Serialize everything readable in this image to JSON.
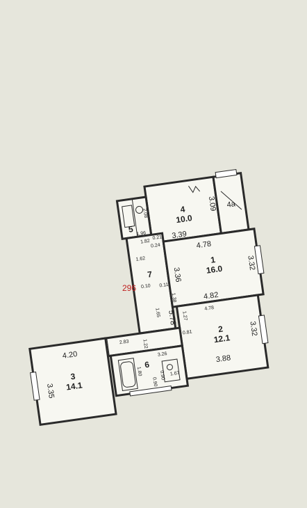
{
  "plan": {
    "colors": {
      "background": "#e6e6dc",
      "wall": "#2a2a2a",
      "fill": "#f7f7f1",
      "marker": "#c02020"
    },
    "marker": "296",
    "rooms": [
      {
        "number": "1",
        "area": "16.0"
      },
      {
        "number": "2",
        "area": "12.1"
      },
      {
        "number": "3",
        "area": "14.1"
      },
      {
        "number": "4",
        "area": "10.0"
      },
      {
        "number": "4a",
        "area": ""
      },
      {
        "number": "5",
        "area": ""
      },
      {
        "number": "6",
        "area": ""
      },
      {
        "number": "7",
        "area": ""
      }
    ],
    "dimensions": [
      "3.09",
      "3.39",
      "4.78",
      "3.32",
      "3.36",
      "4.82",
      "5.78",
      "3.32",
      "3.88",
      "4.20",
      "3.35",
      "2.08",
      "1.96",
      "0.21",
      "1.82",
      "0.24",
      "1.62",
      "0.10",
      "0.11",
      "1.38",
      "1.65",
      "1.27",
      "4.78",
      "0.81",
      "2.83",
      "1.22",
      "3.26",
      "1.80",
      "0.90",
      "1.67",
      "0.90"
    ]
  }
}
